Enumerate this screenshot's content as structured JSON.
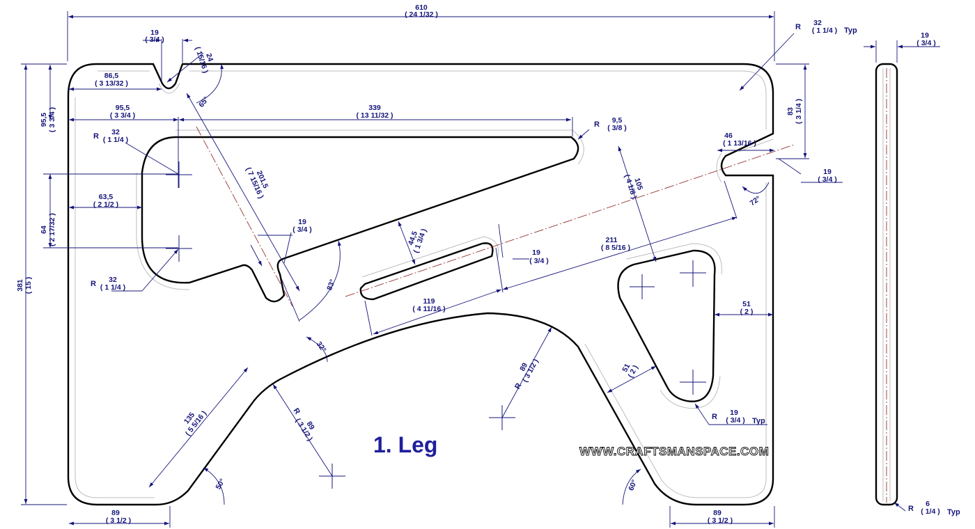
{
  "title": "1. Leg",
  "website": "WWW.CRAFTSMANSPACE.COM",
  "colors": {
    "dimension": "#14147a",
    "outline": "#000000",
    "centerline": "#8b1a1a",
    "hidden": "#bdbdbd"
  },
  "dimensions": {
    "overall_width": {
      "metric": "610",
      "imperial": "( 24 1/32 )"
    },
    "overall_height": {
      "metric": "381",
      "imperial": "( 15 )"
    },
    "notch_width": {
      "metric": "19",
      "imperial": "( 3/4 )"
    },
    "notch_depth": {
      "metric": "24",
      "imperial": "( 15/16 )"
    },
    "notch_angle": {
      "value": "65°"
    },
    "notch_left_offset": {
      "metric": "86,5",
      "imperial": "( 3 13/32 )"
    },
    "left_top_height": {
      "metric": "95,5",
      "imperial": "( 3 3/4 )"
    },
    "slot_top_left": {
      "metric": "95,5",
      "imperial": "( 3 3/4 )"
    },
    "slot_top_length": {
      "metric": "339",
      "imperial": "( 13 11/32 )"
    },
    "slot_end_radius": {
      "prefix": "R",
      "metric": "9,5",
      "imperial": "( 3/8 )"
    },
    "cutout_radius_top": {
      "prefix": "R",
      "metric": "32",
      "imperial": "( 1 1/4 )"
    },
    "cutout_radius_bottom": {
      "prefix": "R",
      "metric": "32",
      "imperial": "( 1 1/4 )"
    },
    "cutout_left": {
      "metric": "63,5",
      "imperial": "( 2 1/2 )"
    },
    "cutout_height": {
      "metric": "64",
      "imperial": "( 2 17/32 )"
    },
    "diagonal_length": {
      "metric": "201,5",
      "imperial": "( 7 15/16 )"
    },
    "diag_slot_width": {
      "metric": "19",
      "imperial": "( 3/4 )"
    },
    "angle_83": {
      "value": "83°"
    },
    "slot_offset": {
      "metric": "44,5",
      "imperial": "( 1 3/4 )"
    },
    "mid_slot_width": {
      "metric": "19",
      "imperial": "( 3/4 )"
    },
    "mid_slot_length": {
      "metric": "119",
      "imperial": "( 4 11/16 )"
    },
    "arm_width": {
      "metric": "105",
      "imperial": "( 4 1/8 )"
    },
    "arm_length": {
      "metric": "211",
      "imperial": "( 8 5/16 )"
    },
    "right_slot_length": {
      "metric": "46",
      "imperial": "( 1 13/16 )"
    },
    "right_slot_width": {
      "metric": "19",
      "imperial": "( 3/4 )"
    },
    "right_height": {
      "metric": "83",
      "imperial": "( 3 1/4 )"
    },
    "angle_72": {
      "value": "72°"
    },
    "corner_radius": {
      "prefix": "R",
      "metric": "32",
      "imperial": "( 1 1/4 )",
      "suffix": "Typ"
    },
    "triangle_right": {
      "metric": "51",
      "imperial": "( 2 )"
    },
    "triangle_side": {
      "metric": "51",
      "imperial": "( 2 )"
    },
    "triangle_radius": {
      "prefix": "R",
      "metric": "19",
      "imperial": "( 3/4 )",
      "suffix": "Typ"
    },
    "arch_radius": {
      "prefix": "R",
      "metric": "89",
      "imperial": "( 3 1/2 )"
    },
    "left_arch_radius": {
      "prefix": "R",
      "metric": "89",
      "imperial": "( 3 1/2 )"
    },
    "angle_32": {
      "value": "32°"
    },
    "foot_length": {
      "metric": "135",
      "imperial": "( 5 5/16 )"
    },
    "angle_50": {
      "value": "50°"
    },
    "angle_60": {
      "value": "60°"
    },
    "foot_left": {
      "metric": "89",
      "imperial": "( 3 1/2 )"
    },
    "foot_right": {
      "metric": "89",
      "imperial": "( 3 1/2 )"
    },
    "thickness": {
      "metric": "19",
      "imperial": "( 3/4 )"
    },
    "edge_radius": {
      "prefix": "R",
      "metric": "6",
      "imperial": "( 1/4 )",
      "suffix": "Typ"
    }
  }
}
